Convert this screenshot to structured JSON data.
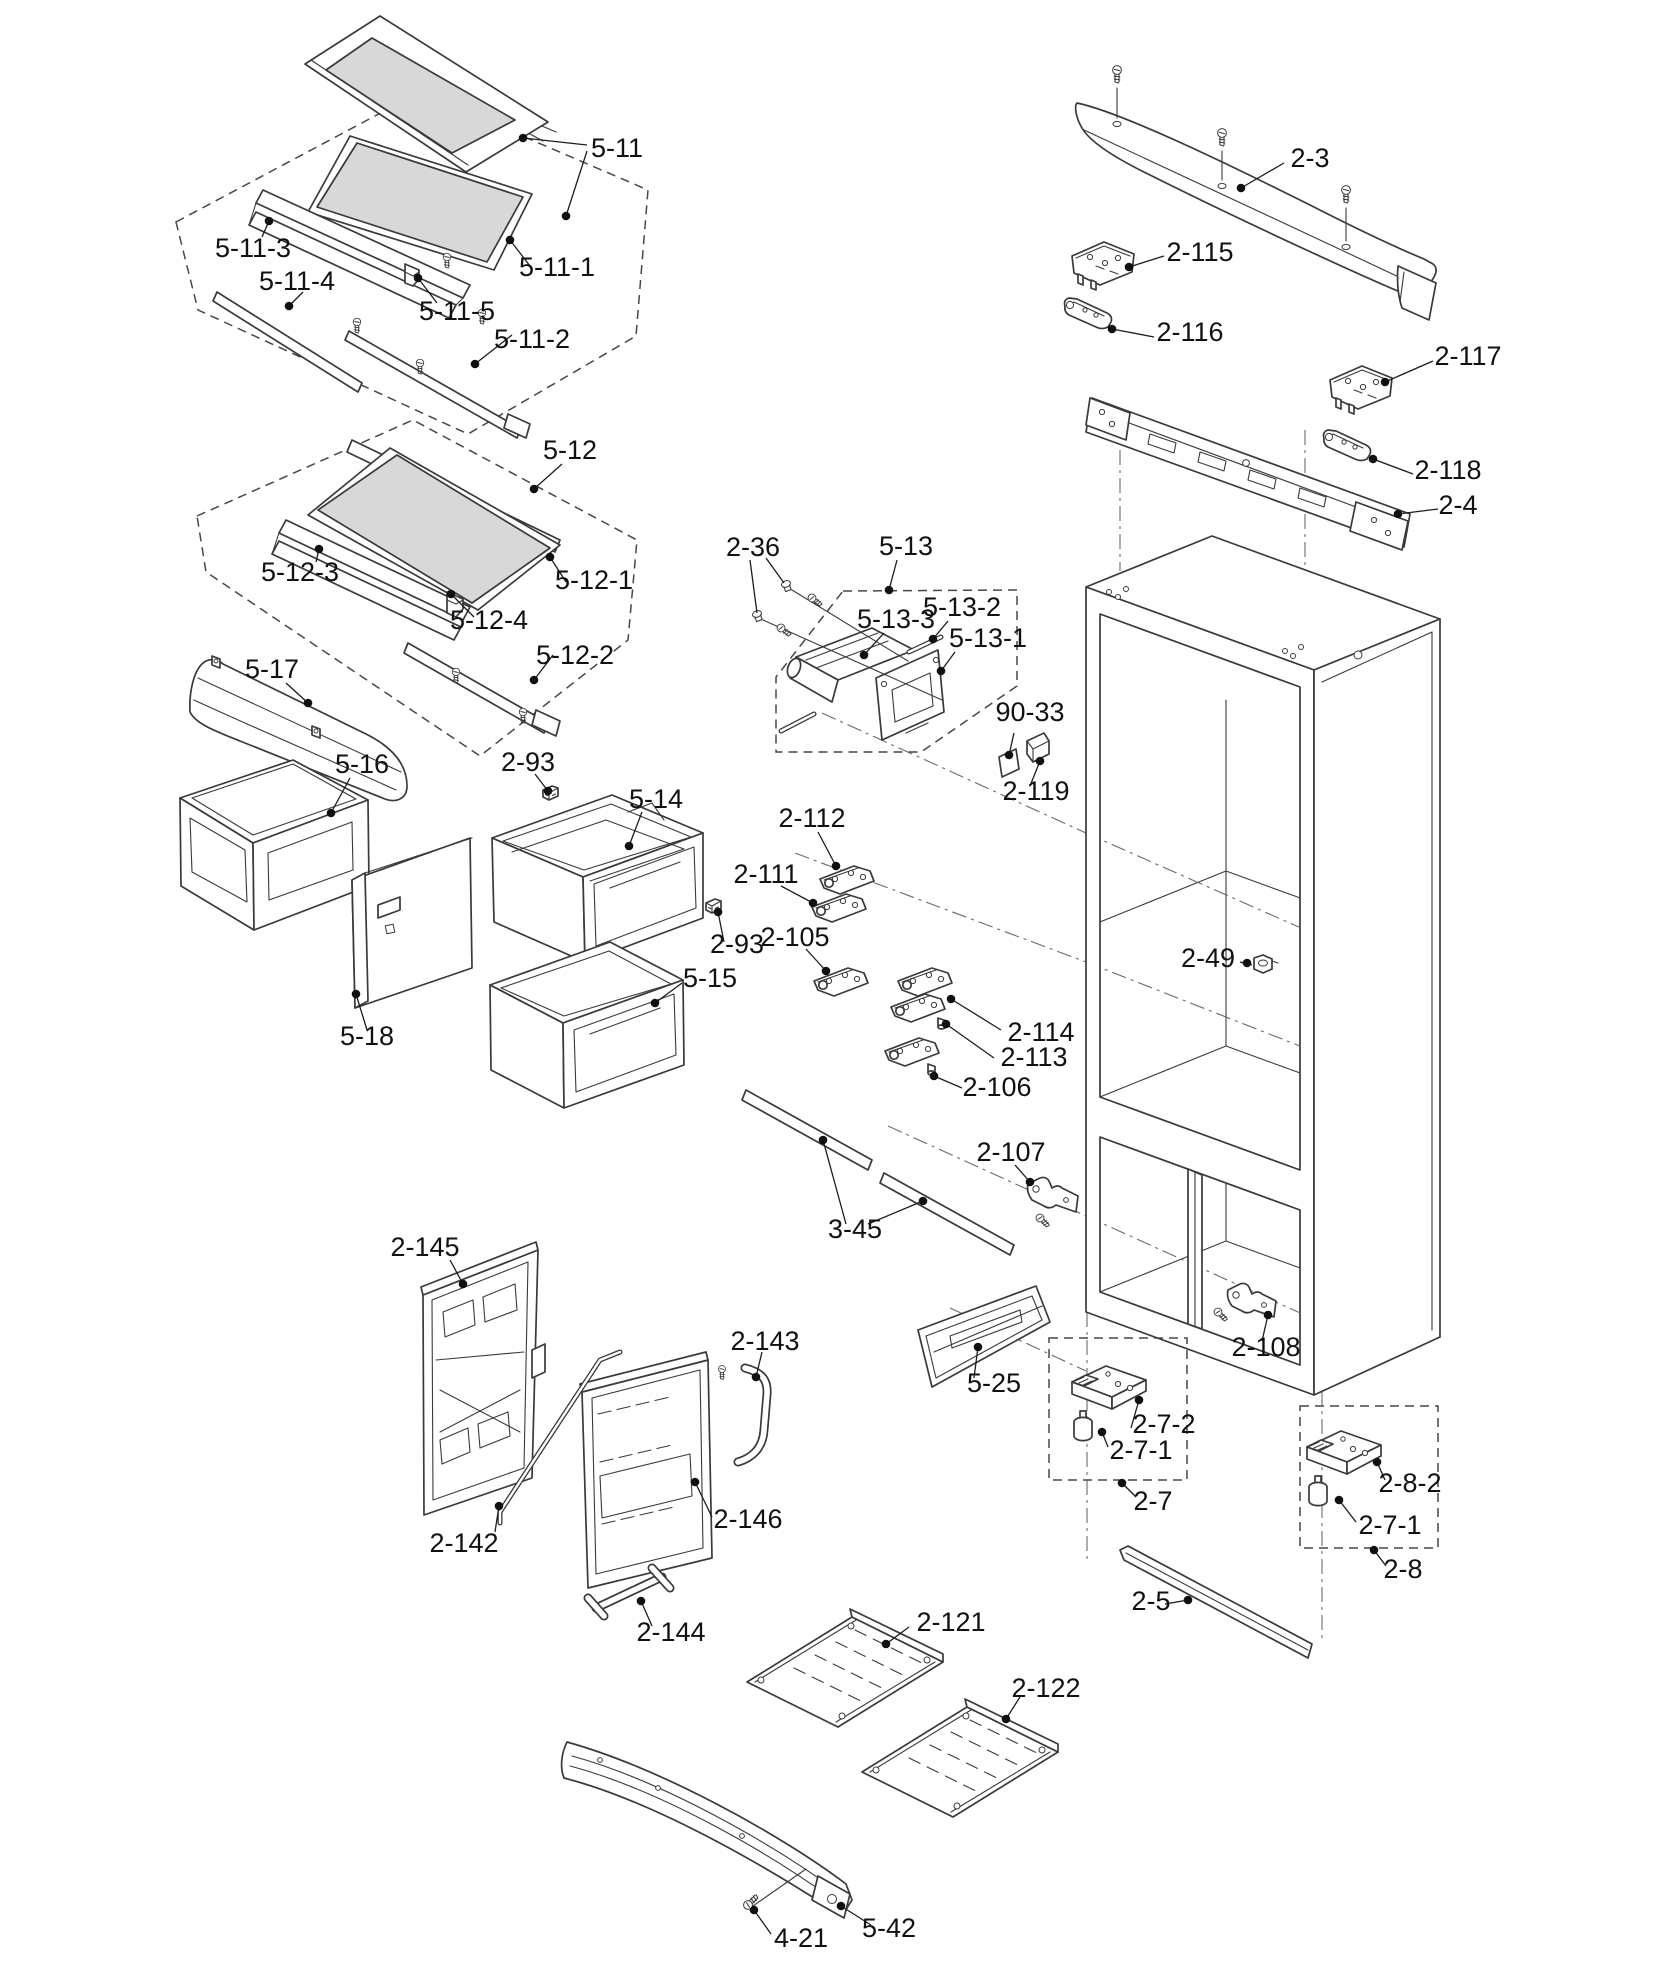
{
  "figure": {
    "type": "exploded-parts-diagram"
  },
  "colors": {
    "background": "#ffffff",
    "line": "#3a3a3a",
    "glass_fill": "#d8d8d8",
    "label_text": "#111111"
  },
  "part_labels": {
    "5-11": "5-11",
    "5-11-1": "5-11-1",
    "5-11-2": "5-11-2",
    "5-11-3": "5-11-3",
    "5-11-4": "5-11-4",
    "5-11-5": "5-11-5",
    "5-12": "5-12",
    "5-12-1": "5-12-1",
    "5-12-2": "5-12-2",
    "5-12-3": "5-12-3",
    "5-12-4": "5-12-4",
    "5-13": "5-13",
    "5-13-1": "5-13-1",
    "5-13-2": "5-13-2",
    "5-13-3": "5-13-3",
    "5-14": "5-14",
    "5-15": "5-15",
    "5-16": "5-16",
    "5-17": "5-17",
    "5-18": "5-18",
    "5-25": "5-25",
    "5-42": "5-42",
    "4-21": "4-21",
    "3-45": "3-45",
    "90-33": "90-33",
    "2-3": "2-3",
    "2-4": "2-4",
    "2-5": "2-5",
    "2-7": "2-7",
    "2-7-1": "2-7-1",
    "2-7-2": "2-7-2",
    "2-8": "2-8",
    "2-8-2": "2-8-2",
    "2-36": "2-36",
    "2-49": "2-49",
    "2-93": "2-93",
    "2-105": "2-105",
    "2-106": "2-106",
    "2-107": "2-107",
    "2-108": "2-108",
    "2-111": "2-111",
    "2-112": "2-112",
    "2-113": "2-113",
    "2-114": "2-114",
    "2-115": "2-115",
    "2-116": "2-116",
    "2-117": "2-117",
    "2-118": "2-118",
    "2-119": "2-119",
    "2-121": "2-121",
    "2-122": "2-122",
    "2-142": "2-142",
    "2-143": "2-143",
    "2-144": "2-144",
    "2-145": "2-145",
    "2-146": "2-146"
  }
}
